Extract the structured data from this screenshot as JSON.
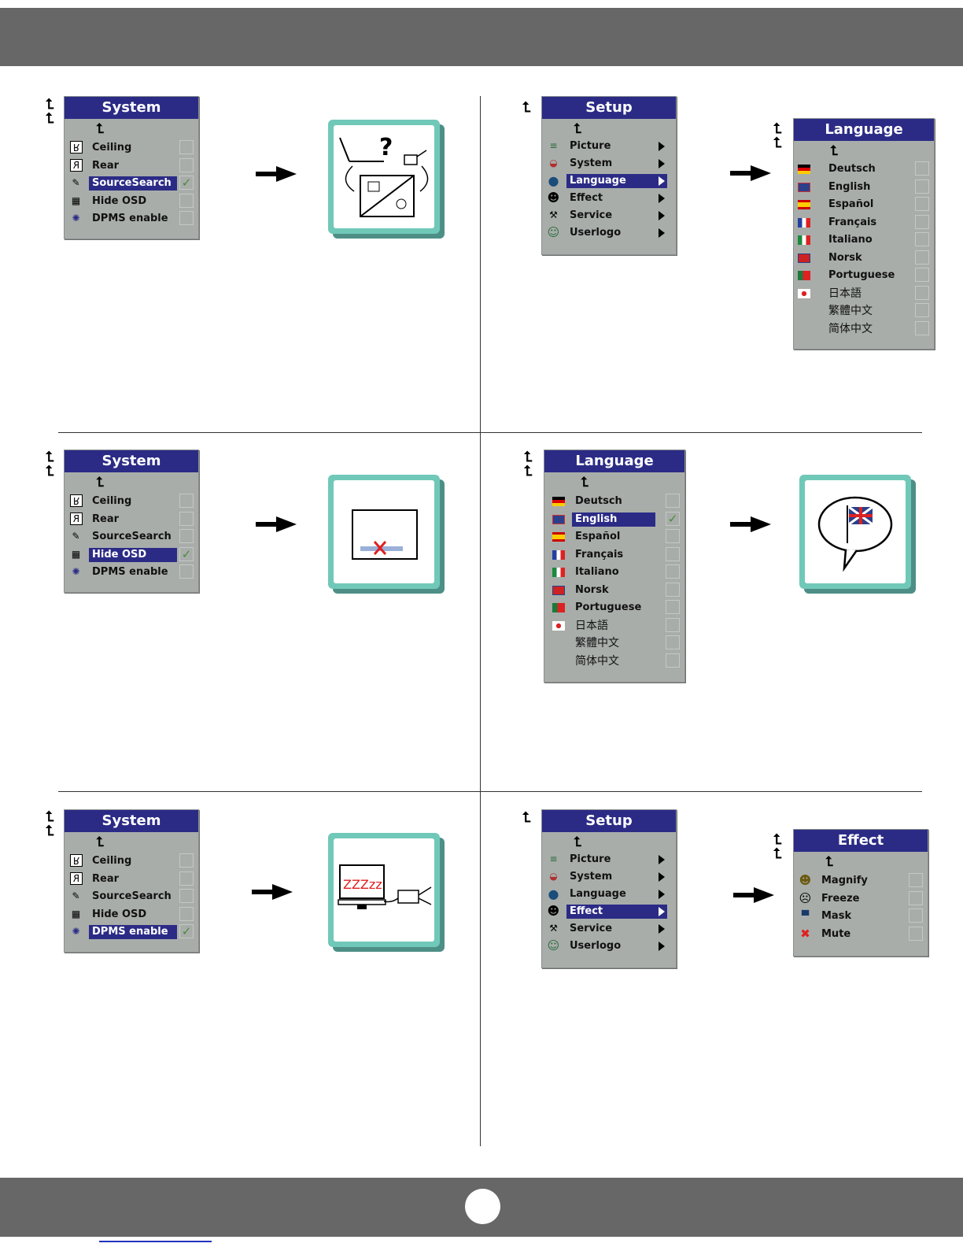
{
  "system_menu": {
    "title": "System",
    "items": [
      {
        "label": "Ceiling",
        "icon": "ceiling-icon",
        "glyph": "R"
      },
      {
        "label": "Rear",
        "icon": "rear-icon",
        "glyph": "R"
      },
      {
        "label": "SourceSearch",
        "icon": "source-search-icon",
        "glyph": "✎"
      },
      {
        "label": "Hide OSD",
        "icon": "hide-osd-icon",
        "glyph": "▦"
      },
      {
        "label": "DPMS enable",
        "icon": "dpms-icon",
        "glyph": "✺"
      }
    ]
  },
  "setup_menu": {
    "title": "Setup",
    "items": [
      {
        "label": "Picture",
        "icon": "picture-icon",
        "glyph": "≡"
      },
      {
        "label": "System",
        "icon": "system-icon",
        "glyph": "◒"
      },
      {
        "label": "Language",
        "icon": "language-icon",
        "glyph": "●"
      },
      {
        "label": "Effect",
        "icon": "effect-icon",
        "glyph": "☻"
      },
      {
        "label": "Service",
        "icon": "service-icon",
        "glyph": "⚒"
      },
      {
        "label": "Userlogo",
        "icon": "userlogo-icon",
        "glyph": "☺"
      }
    ]
  },
  "language_menu": {
    "title": "Language",
    "items": [
      {
        "label": "Deutsch",
        "flag": "german-flag-icon"
      },
      {
        "label": "English",
        "flag": "uk-flag-icon"
      },
      {
        "label": "Español",
        "flag": "spanish-flag-icon"
      },
      {
        "label": "Français",
        "flag": "french-flag-icon"
      },
      {
        "label": "Italiano",
        "flag": "italian-flag-icon"
      },
      {
        "label": "Norsk",
        "flag": "norwegian-flag-icon"
      },
      {
        "label": "Portuguese",
        "flag": "portuguese-flag-icon"
      },
      {
        "label": "日本語",
        "flag": "japanese-flag-icon"
      },
      {
        "label": "繁體中文",
        "flag": ""
      },
      {
        "label": "简体中文",
        "flag": ""
      }
    ]
  },
  "effect_menu": {
    "title": "Effect",
    "items": [
      {
        "label": "Magnify",
        "icon": "magnify-icon",
        "glyph": "☻"
      },
      {
        "label": "Freeze",
        "icon": "freeze-icon",
        "glyph": "☹"
      },
      {
        "label": "Mask",
        "icon": "mask-icon",
        "glyph": "▀"
      },
      {
        "label": "Mute",
        "icon": "mute-icon",
        "glyph": "✖"
      }
    ]
  },
  "illustration_text": {
    "question_mark": "?",
    "sleep": "ZZZzz"
  },
  "colors": {
    "menu_title_bg": "#2b2b86",
    "menu_bg": "#a8adaa",
    "frame_teal": "#70c8b8",
    "page_bar": "#676767"
  }
}
